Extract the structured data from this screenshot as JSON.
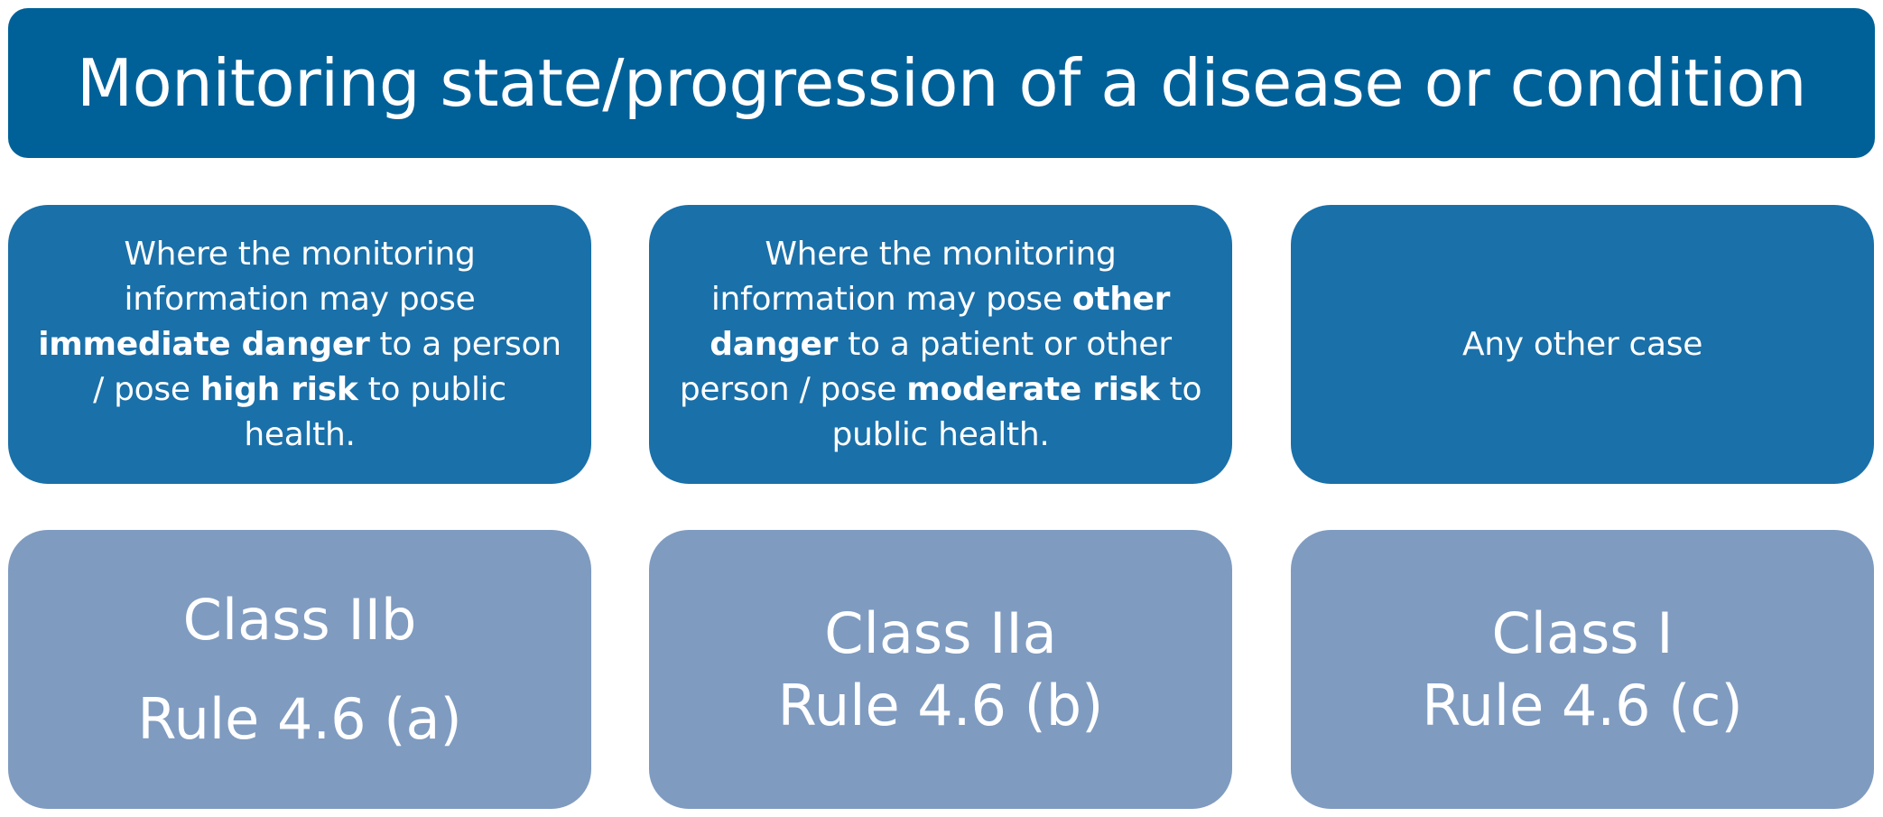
{
  "title": "Monitoring state/progression of a disease or condition",
  "criteria": [
    {
      "segments": [
        {
          "text": "Where the monitoring information may pose ",
          "bold": false
        },
        {
          "text": "immediate danger",
          "bold": true
        },
        {
          "text": " to a person / pose ",
          "bold": false
        },
        {
          "text": "high risk",
          "bold": true
        },
        {
          "text": " to public health.",
          "bold": false
        }
      ]
    },
    {
      "segments": [
        {
          "text": "Where the monitoring information may pose ",
          "bold": false
        },
        {
          "text": "other danger",
          "bold": true
        },
        {
          "text": " to a patient or other person / pose ",
          "bold": false
        },
        {
          "text": "moderate risk",
          "bold": true
        },
        {
          "text": " to public health.",
          "bold": false
        }
      ]
    },
    {
      "segments": [
        {
          "text": "Any other case",
          "bold": false
        }
      ]
    }
  ],
  "classes": [
    {
      "name": "Class IIb",
      "rule": "Rule 4.6 (a)"
    },
    {
      "name": "Class IIa",
      "rule": "Rule 4.6 (b)"
    },
    {
      "name": "Class I",
      "rule": "Rule 4.6 (c)"
    }
  ],
  "colors": {
    "title_bg": "#006199",
    "criteria_bg": "#1a70a9",
    "class_bg": "#7f9bc0",
    "text": "#ffffff"
  }
}
